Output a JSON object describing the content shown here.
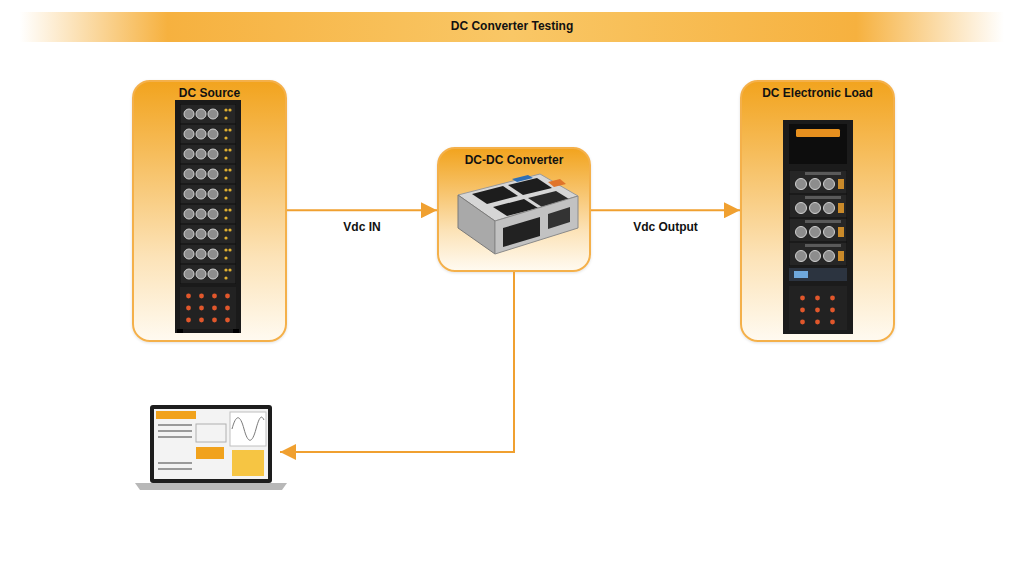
{
  "diagram": {
    "title": "DC Converter Testing",
    "nodes": [
      {
        "text": [
          "DC Source"
        ]
      },
      {
        "text": [
          "DC-DC Converter"
        ]
      },
      {
        "text": [
          "DC Electronic Load"
        ]
      }
    ],
    "edges": [
      {
        "from": 0,
        "to": 1,
        "label": "Vdc IN",
        "arrow": "to"
      },
      {
        "from": 1,
        "to": 2,
        "label": "Vdc Output",
        "arrow": "to"
      }
    ]
  }
}
